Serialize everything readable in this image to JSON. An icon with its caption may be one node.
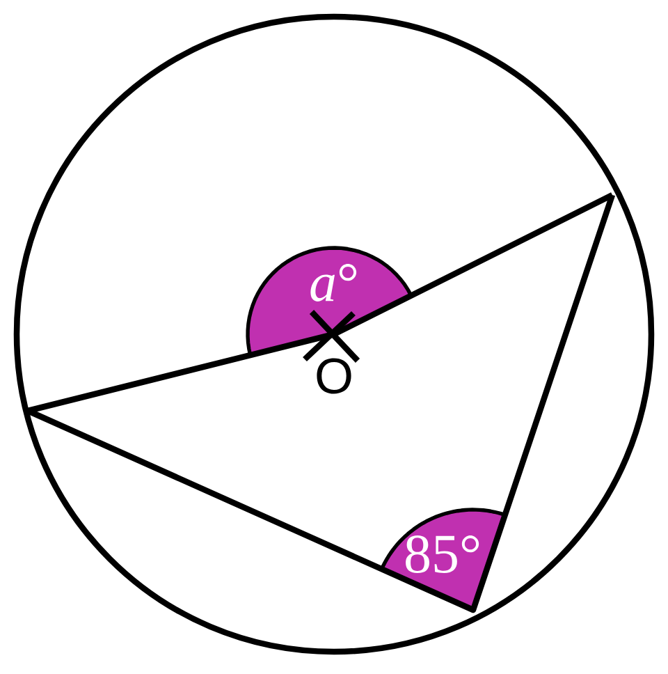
{
  "diagram": {
    "labels": [
      "*a*°",
      "85°",
      "O"
    ]
  }
}
